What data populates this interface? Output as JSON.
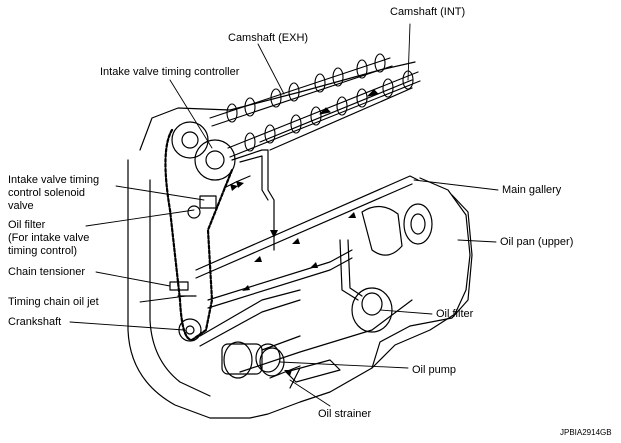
{
  "labels": {
    "camshaft_int": "Camshaft (INT)",
    "camshaft_exh": "Camshaft (EXH)",
    "intake_valve_timing_controller": "Intake valve timing controller",
    "solenoid_valve_line1": "Intake valve timing",
    "solenoid_valve_line2": "control solenoid",
    "solenoid_valve_line3": "valve",
    "oil_filter_intake_line1": "Oil filter",
    "oil_filter_intake_line2": "(For intake valve",
    "oil_filter_intake_line3": "timing control)",
    "chain_tensioner": "Chain tensioner",
    "timing_chain_oil_jet": "Timing chain oil jet",
    "crankshaft": "Crankshaft",
    "main_gallery": "Main gallery",
    "oil_pan_upper": "Oil pan (upper)",
    "oil_filter": "Oil filter",
    "oil_pump": "Oil pump",
    "oil_strainer": "Oil strainer"
  },
  "figure_code": "JPBIA2914GB",
  "colors": {
    "line": "#000000",
    "background": "#ffffff"
  }
}
